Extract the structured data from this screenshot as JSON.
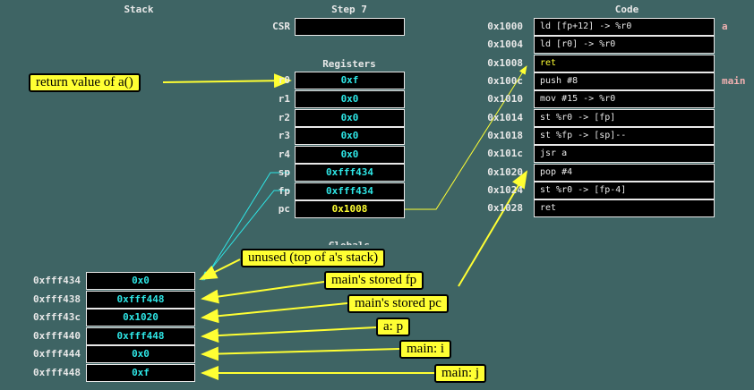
{
  "headers": {
    "stack": "Stack",
    "step": "Step 7",
    "code": "Code",
    "registers": "Registers",
    "globals": "Globals"
  },
  "csr": {
    "label": "CSR",
    "value": ""
  },
  "registers": [
    {
      "name": "r0",
      "value": "0xf"
    },
    {
      "name": "r1",
      "value": "0x0"
    },
    {
      "name": "r2",
      "value": "0x0"
    },
    {
      "name": "r3",
      "value": "0x0"
    },
    {
      "name": "r4",
      "value": "0x0"
    },
    {
      "name": "sp",
      "value": "0xfff434"
    },
    {
      "name": "fp",
      "value": "0xfff434"
    },
    {
      "name": "pc",
      "value": "0x1008"
    }
  ],
  "code": [
    {
      "addr": "0x1000",
      "instr": "ld [fp+12] -> %r0"
    },
    {
      "addr": "0x1004",
      "instr": "ld [r0] -> %r0"
    },
    {
      "addr": "0x1008",
      "instr": "ret"
    },
    {
      "addr": "0x100c",
      "instr": "push #8"
    },
    {
      "addr": "0x1010",
      "instr": "mov #15 -> %r0"
    },
    {
      "addr": "0x1014",
      "instr": "st %r0 -> [fp]"
    },
    {
      "addr": "0x1018",
      "instr": "st %fp -> [sp]--"
    },
    {
      "addr": "0x101c",
      "instr": "jsr a"
    },
    {
      "addr": "0x1020",
      "instr": "pop #4"
    },
    {
      "addr": "0x1024",
      "instr": "st %r0 -> [fp-4]"
    },
    {
      "addr": "0x1028",
      "instr": "ret"
    }
  ],
  "code_labels": {
    "a": "a",
    "main": "main"
  },
  "stack": [
    {
      "addr": "0xfff434",
      "value": "0x0"
    },
    {
      "addr": "0xfff438",
      "value": "0xfff448"
    },
    {
      "addr": "0xfff43c",
      "value": "0x1020"
    },
    {
      "addr": "0xfff440",
      "value": "0xfff448"
    },
    {
      "addr": "0xfff444",
      "value": "0x0"
    },
    {
      "addr": "0xfff448",
      "value": "0xf"
    }
  ],
  "callouts": {
    "return_value": "return value of a()",
    "unused": "unused (top of a's stack)",
    "stored_fp": "main's stored fp",
    "stored_pc": "main's stored pc",
    "a_p": "a: p",
    "main_i": "main: i",
    "main_j": "main: j"
  },
  "colors": {
    "background": "#3e6464",
    "cyan": "#2ee6e6",
    "yellow": "#ffff33",
    "label_pink": "#f0b0b0"
  }
}
